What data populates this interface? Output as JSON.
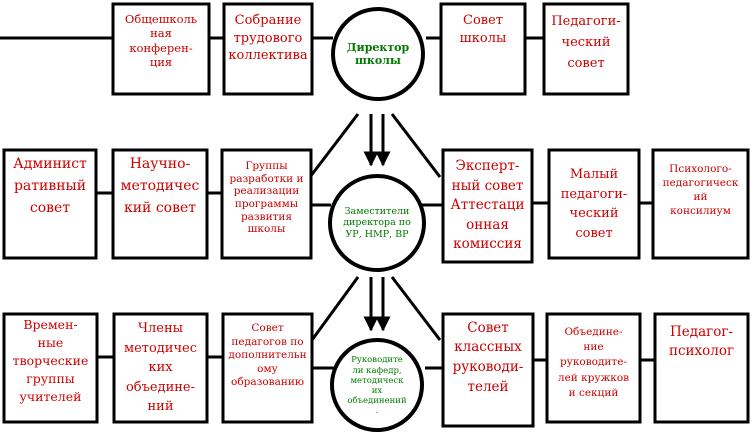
{
  "director": "Директор\nшколы",
  "deputies": "Заместители\nдиректора по\nУР, НМР, ВР",
  "heads": "Руководите\nли кафедр,\nметодическ\nих\nобъединений\n.",
  "boxes": {
    "general_conference": "Общешколь\nная\nконферен-\nция",
    "labor_meeting": "Собрание\nтрудового\nколлектива",
    "school_council": "Совет\nшколы",
    "pedagogical_council": "Педагоги-\nческий\nсовет",
    "admin_council": "Админист\nративный\nсовет",
    "methodical_council": "Научно-\nметодичес\nкий совет",
    "dev_program_groups": "Группы\nразработки и\nреализации\nпрограммы\nразвития\nшколы",
    "expert_council": "Эксперт-\nный совет\nАттестаци\nонная\nкомиссия",
    "small_ped_council": "Малый\nпедагоги-\nческий\nсовет",
    "psych_consilium": "Психолого-\nпедагогическ\nий\nконсилиум",
    "temp_creative_groups": "Времен-\nные\nтворческие\nгруппы\nучителей",
    "method_union_members": "Члены\nметодичес\nких\nобъедине-\nний",
    "add_edu_council": "Совет\nпедагогов по\nдополнительн\nому\nобразованию",
    "class_teachers_council": "Совет\nклассных\nруководи-\nтелей",
    "clubs_heads_union": "Объедине-\nние\nруководите-\nлей кружков\nи секций",
    "psychologist": "Педагог-\nпсихолог"
  }
}
